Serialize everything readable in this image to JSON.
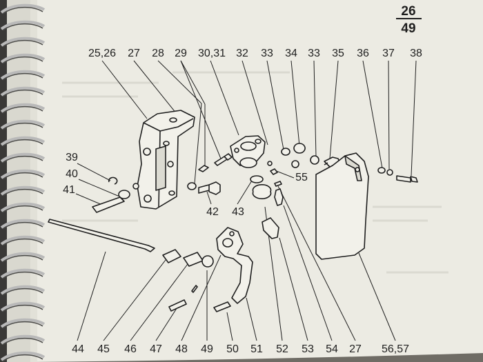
{
  "page": {
    "number_top": "26",
    "number_bottom": "49"
  },
  "diagram": {
    "title": "",
    "callouts_top": [
      "25,26",
      "27",
      "28",
      "29",
      "30,31",
      "32",
      "33",
      "34",
      "33",
      "35",
      "36",
      "37",
      "38"
    ],
    "callouts_left": [
      "39",
      "40",
      "41"
    ],
    "callouts_middle": [
      "42",
      "43",
      "55"
    ],
    "callouts_bottom": [
      "44",
      "45",
      "46",
      "47",
      "48",
      "49",
      "50",
      "51",
      "52",
      "53",
      "54",
      "27",
      "56,57"
    ]
  },
  "colors": {
    "paper": "#ecebe3",
    "ink": "#1e1e1e",
    "binding": "#2a2a2a",
    "ring": "#b9b9b9"
  }
}
